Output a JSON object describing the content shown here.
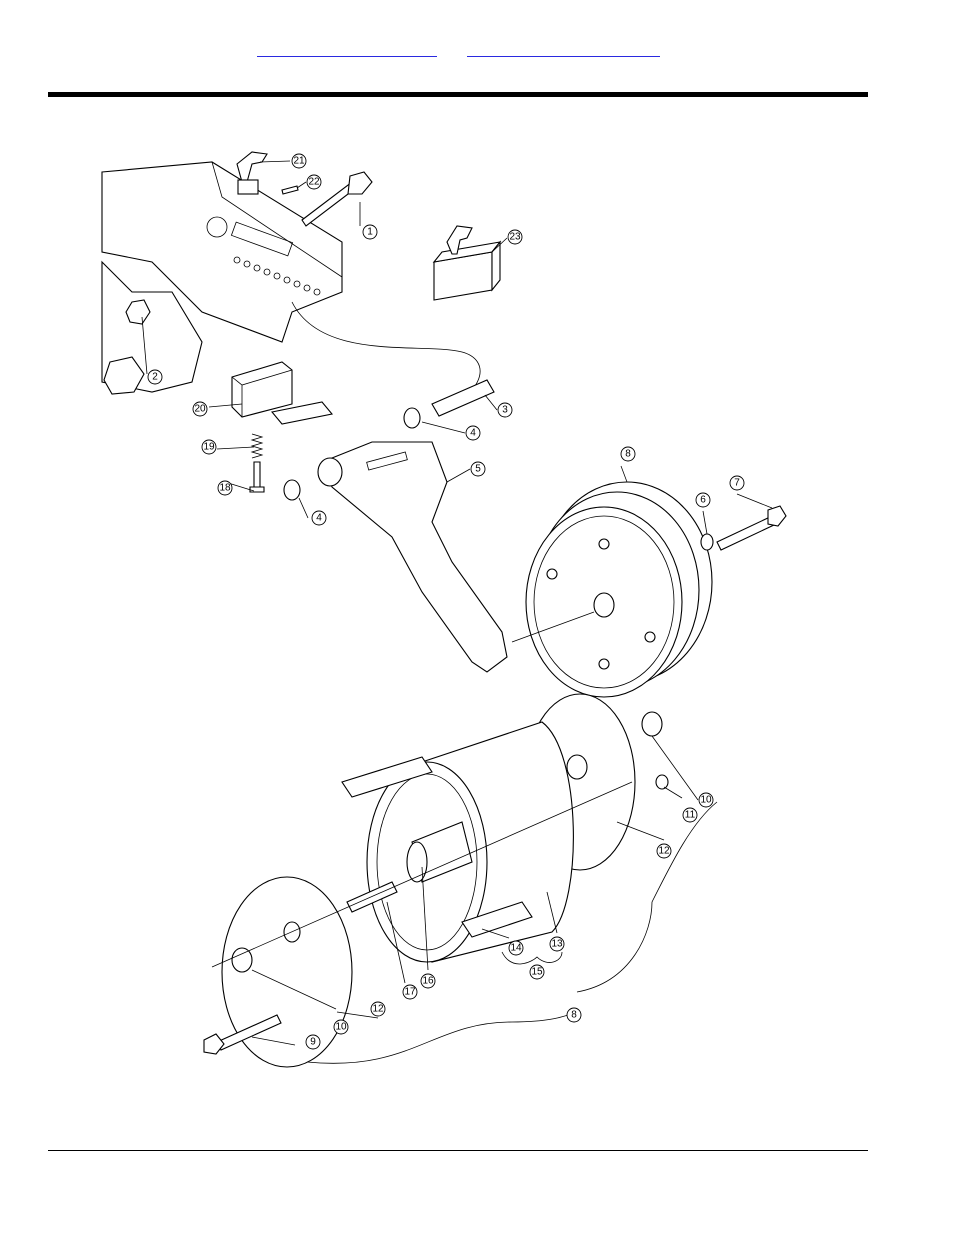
{
  "header": {
    "links": [
      "",
      ""
    ]
  },
  "diagram": {
    "callouts": [
      "1",
      "2",
      "3",
      "4",
      "4",
      "5",
      "6",
      "7",
      "8",
      "8",
      "9",
      "10",
      "10",
      "11",
      "12",
      "12",
      "13",
      "14",
      "15",
      "16",
      "17",
      "18",
      "19",
      "20",
      "21",
      "22",
      "23"
    ]
  }
}
